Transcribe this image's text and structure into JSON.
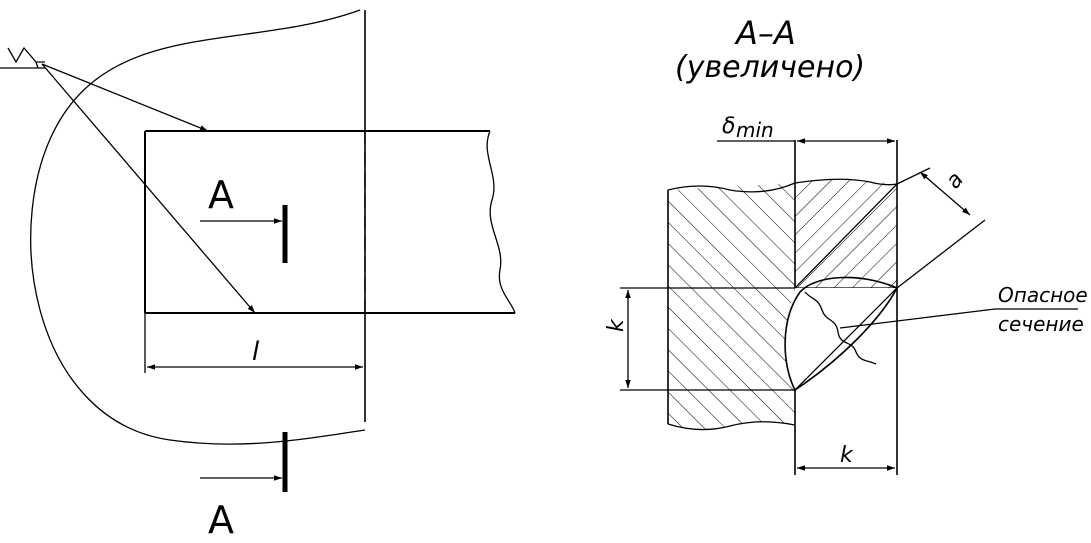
{
  "left_view": {
    "section_letter_upper": "A",
    "section_letter_lower": "A",
    "length_label": "l"
  },
  "section_view": {
    "title": "A–A",
    "subtitle": "(увеличено)",
    "delta_label": "δ",
    "delta_subscript": "min",
    "a_label": "a",
    "k_left_label": "k",
    "k_bottom_label": "k",
    "callout_line1": "Опасное",
    "callout_line2": "сечение"
  }
}
